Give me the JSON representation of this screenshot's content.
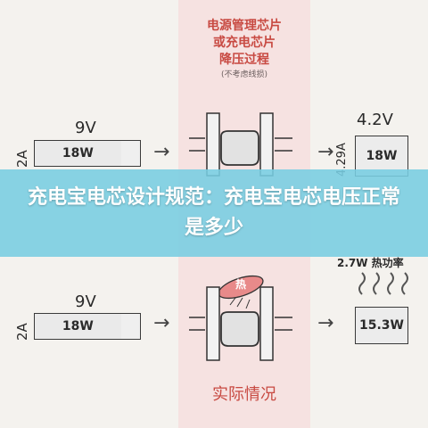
{
  "top_title": {
    "line1": "电源管理芯片",
    "line2": "或充电芯片",
    "line3": "降压过程",
    "note": "(不考虑线损)"
  },
  "top_input": {
    "voltage": "9V",
    "current": "2A",
    "power": "18W"
  },
  "top_output": {
    "voltage": "4.2V",
    "current": "4.29A",
    "power": "18W"
  },
  "banner": {
    "text": "充电宝电芯设计规范：充电宝电芯电压正常是多少"
  },
  "bottom_input": {
    "voltage": "9V",
    "current": "2A",
    "power": "18W"
  },
  "bottom_output": {
    "heat": "2.7W 热功率",
    "power": "15.3W"
  },
  "chip_heat_tag": "热",
  "bottom_title": "实际情况",
  "colors": {
    "accent_red": "#c84a42",
    "pink_band": "#f6e2e1",
    "banner": "#78cde1"
  }
}
